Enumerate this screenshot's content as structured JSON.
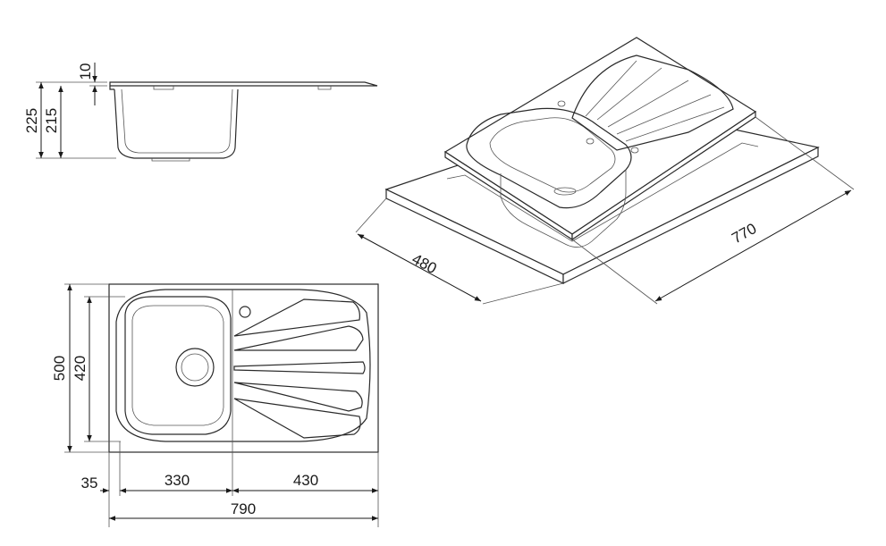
{
  "dimensions": {
    "side_rim": "10",
    "side_total_height": "225",
    "side_bowl_depth": "215",
    "iso_depth": "480",
    "iso_cutout_width": "770",
    "plan_height_outer": "500",
    "plan_height_cutout": "420",
    "plan_offset": "35",
    "plan_bowl_width": "330",
    "plan_drainer_width": "430",
    "plan_total_width": "790"
  }
}
